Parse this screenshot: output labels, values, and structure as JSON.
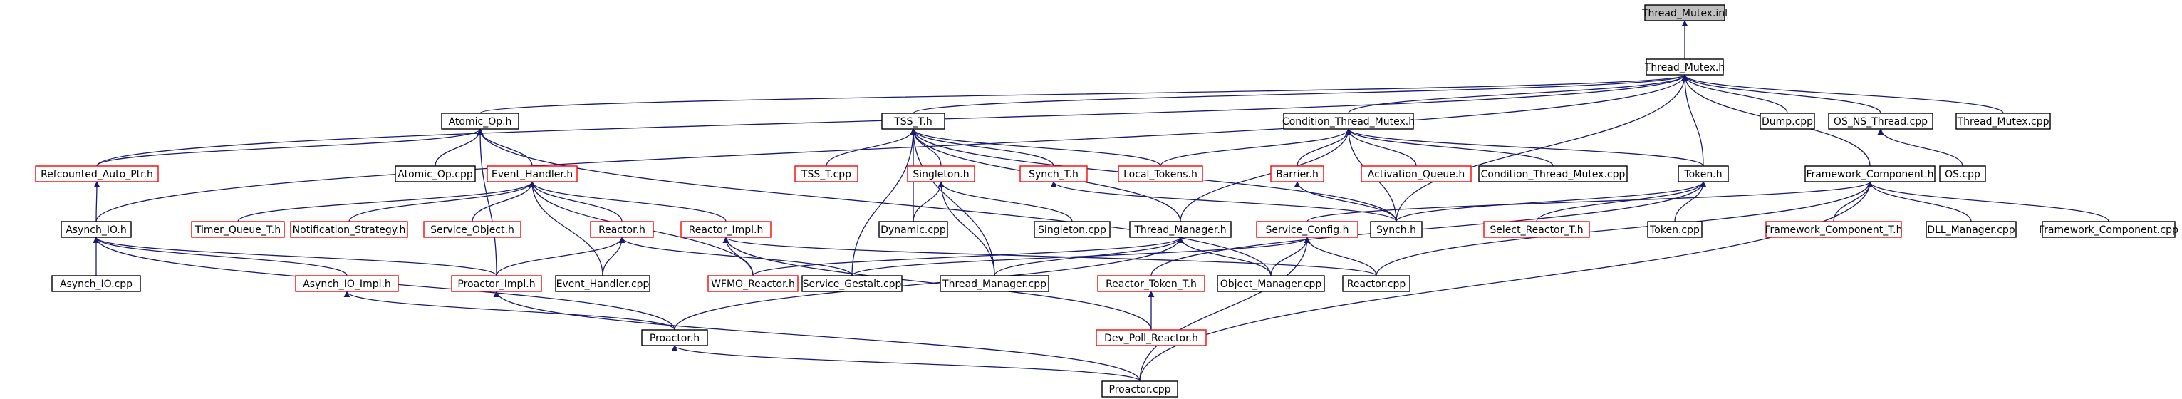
{
  "colors": {
    "edge": "#191970",
    "external_border": "#ff0000",
    "normal_border": "#000000",
    "highlight_fill": "#bfbfbf"
  },
  "nodes": {
    "thread_mutex_inl": "Thread_Mutex.inl",
    "thread_mutex_h": "Thread_Mutex.h",
    "atomic_op_h": "Atomic_Op.h",
    "tss_t_h": "TSS_T.h",
    "condition_thread_mutex_h": "Condition_Thread_Mutex.h",
    "dump_cpp": "Dump.cpp",
    "os_ns_thread_cpp": "OS_NS_Thread.cpp",
    "thread_mutex_cpp": "Thread_Mutex.cpp",
    "refcounted_auto_ptr_h": "Refcounted_Auto_Ptr.h",
    "atomic_op_cpp": "Atomic_Op.cpp",
    "event_handler_h": "Event_Handler.h",
    "tss_t_cpp": "TSS_T.cpp",
    "singleton_h": "Singleton.h",
    "synch_t_h": "Synch_T.h",
    "local_tokens_h": "Local_Tokens.h",
    "barrier_h": "Barrier.h",
    "activation_queue_h": "Activation_Queue.h",
    "condition_thread_mutex_cpp": "Condition_Thread_Mutex.cpp",
    "token_h": "Token.h",
    "framework_component_h": "Framework_Component.h",
    "os_cpp": "OS.cpp",
    "asynch_io_h": "Asynch_IO.h",
    "timer_queue_t_h": "Timer_Queue_T.h",
    "notification_strategy_h": "Notification_Strategy.h",
    "service_object_h": "Service_Object.h",
    "reactor_h": "Reactor.h",
    "reactor_impl_h": "Reactor_Impl.h",
    "dynamic_cpp": "Dynamic.cpp",
    "singleton_cpp": "Singleton.cpp",
    "thread_manager_h": "Thread_Manager.h",
    "service_config_h": "Service_Config.h",
    "synch_h": "Synch.h",
    "select_reactor_t_h": "Select_Reactor_T.h",
    "token_cpp": "Token.cpp",
    "framework_component_t_h": "Framework_Component_T.h",
    "dll_manager_cpp": "DLL_Manager.cpp",
    "framework_component_cpp": "Framework_Component.cpp",
    "asynch_io_cpp": "Asynch_IO.cpp",
    "asynch_io_impl_h": "Asynch_IO_Impl.h",
    "proactor_impl_h": "Proactor_Impl.h",
    "event_handler_cpp": "Event_Handler.cpp",
    "wfmo_reactor_h": "WFMO_Reactor.h",
    "service_gestalt_cpp": "Service_Gestalt.cpp",
    "thread_manager_cpp": "Thread_Manager.cpp",
    "reactor_token_t_h": "Reactor_Token_T.h",
    "object_manager_cpp": "Object_Manager.cpp",
    "reactor_cpp": "Reactor.cpp",
    "proactor_h": "Proactor.h",
    "dev_poll_reactor_h": "Dev_Poll_Reactor.h",
    "proactor_cpp": "Proactor.cpp"
  }
}
